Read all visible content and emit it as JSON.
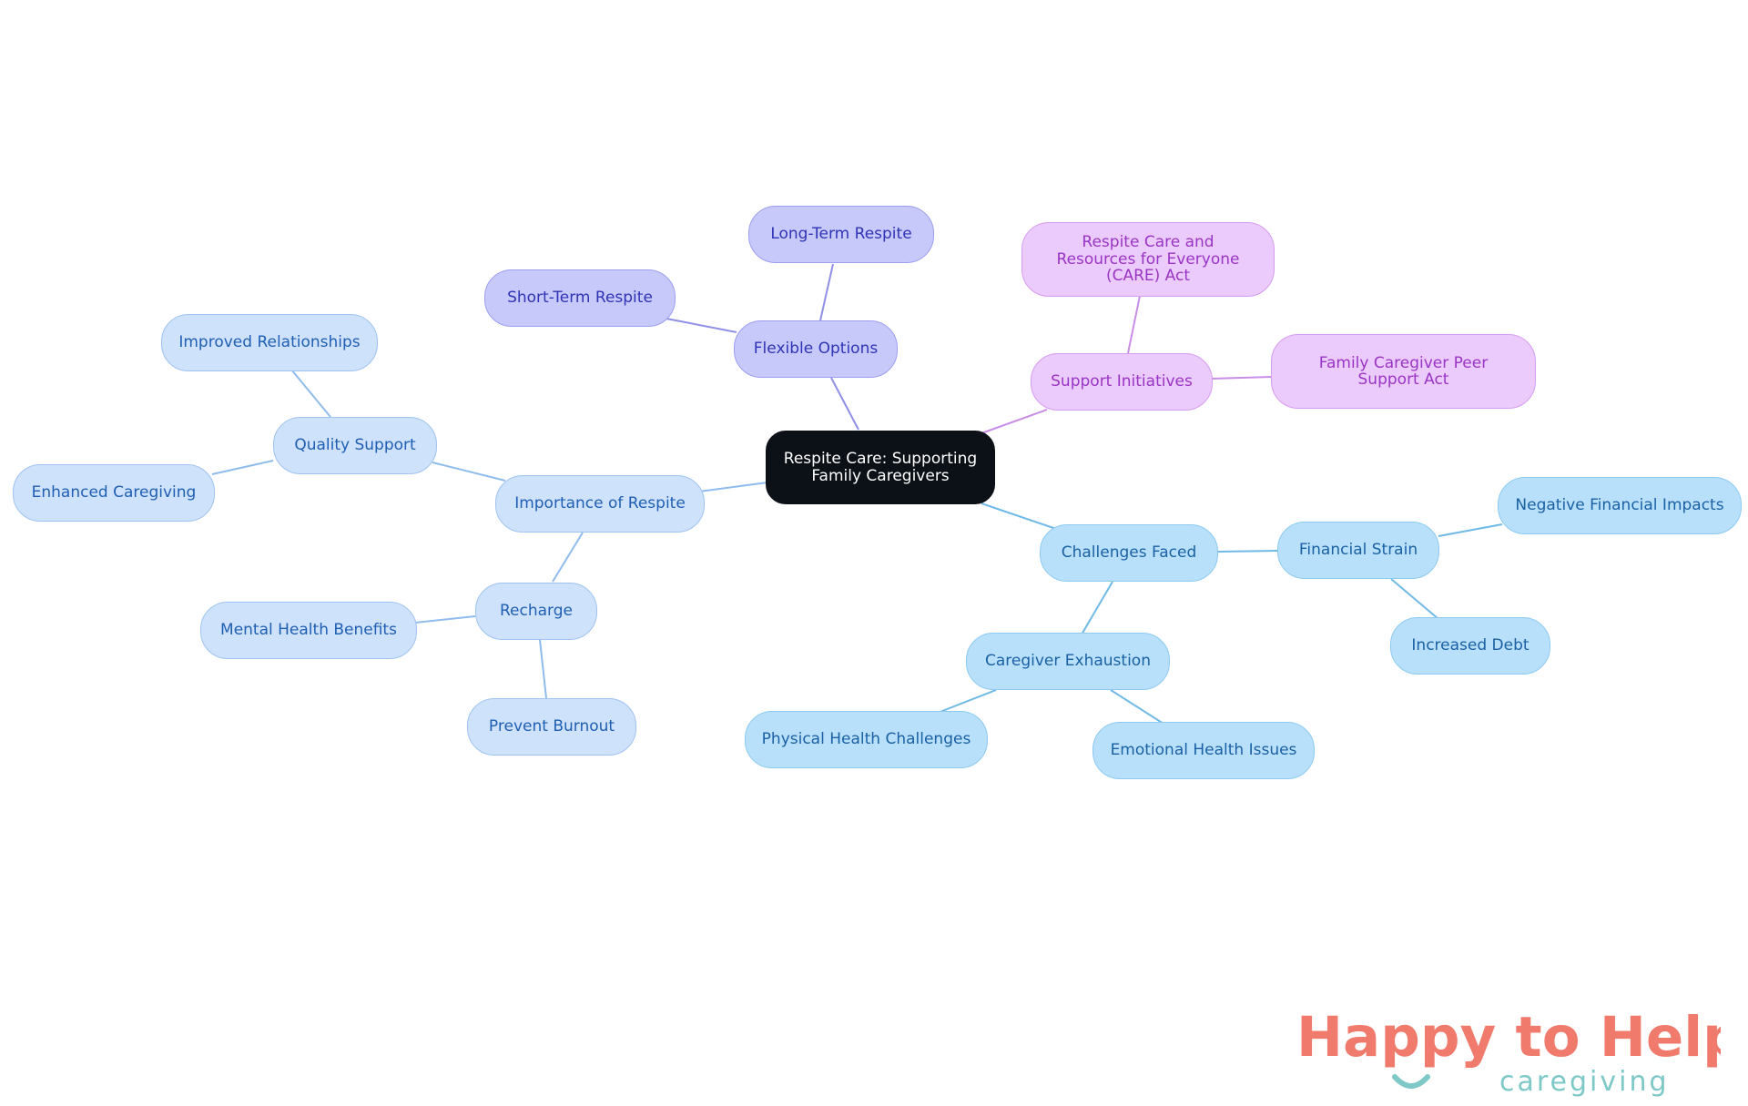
{
  "mindmap": {
    "root": "Respite Care: Supporting Family Caregivers",
    "importance": {
      "label": "Importance of Respite",
      "quality_support": {
        "label": "Quality Support",
        "improved_relationships": "Improved Relationships",
        "enhanced_caregiving": "Enhanced Caregiving"
      },
      "recharge": {
        "label": "Recharge",
        "mental_health": "Mental Health Benefits",
        "prevent_burnout": "Prevent Burnout"
      }
    },
    "flexible_options": {
      "label": "Flexible Options",
      "long_term": "Long-Term Respite",
      "short_term": "Short-Term Respite"
    },
    "support_initiatives": {
      "label": "Support Initiatives",
      "care_act": "Respite Care and Resources for Everyone (CARE) Act",
      "peer_support_act": "Family Caregiver Peer Support Act"
    },
    "challenges": {
      "label": "Challenges Faced",
      "financial_strain": {
        "label": "Financial Strain",
        "negative_impacts": "Negative Financial Impacts",
        "increased_debt": "Increased Debt"
      },
      "exhaustion": {
        "label": "Caregiver Exhaustion",
        "physical": "Physical Health Challenges",
        "emotional": "Emotional Health Issues"
      }
    }
  },
  "logo": {
    "main": "Happy to Help",
    "sub": "caregiving",
    "colors": {
      "main": "#f07b6d",
      "accent": "#7ec8c8"
    }
  },
  "colors": {
    "blue_branch": "#8fbcec",
    "sky_branch": "#6fb9e6",
    "violet_branch": "#8f8fe8",
    "purple_branch": "#c98ee6"
  }
}
